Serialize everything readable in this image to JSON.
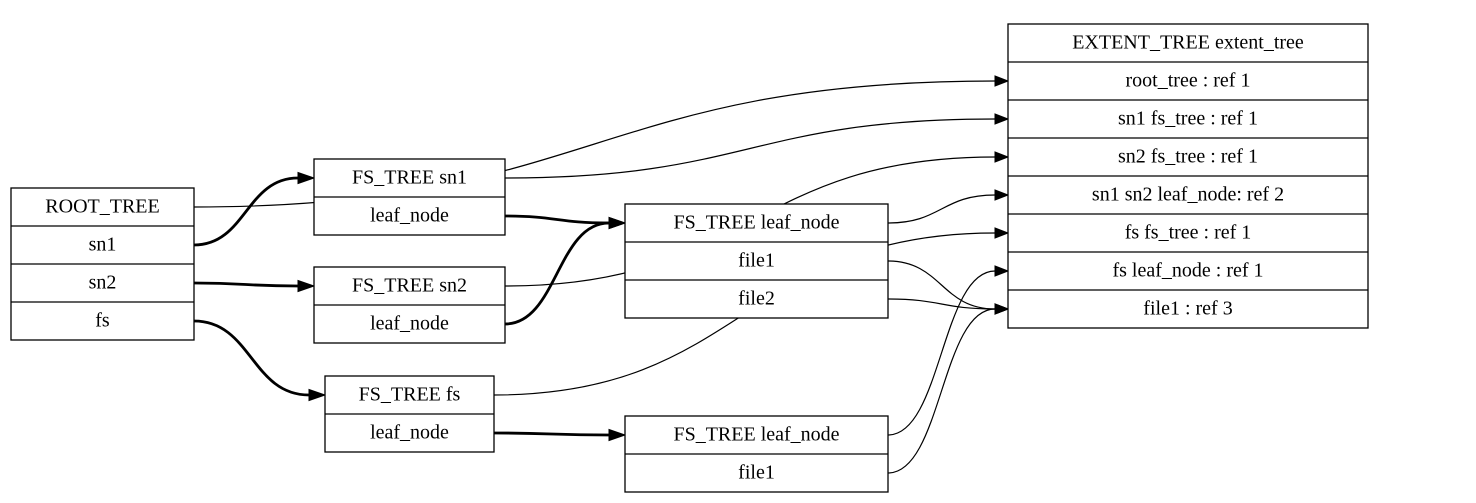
{
  "nodes": {
    "root_tree": {
      "rows": [
        "ROOT_TREE",
        "sn1",
        "sn2",
        "fs"
      ]
    },
    "fs_sn1": {
      "rows": [
        "FS_TREE sn1",
        "leaf_node"
      ]
    },
    "fs_sn2": {
      "rows": [
        "FS_TREE sn2",
        "leaf_node"
      ]
    },
    "fs_fs": {
      "rows": [
        "FS_TREE fs",
        "leaf_node"
      ]
    },
    "leaf_shared": {
      "rows": [
        "FS_TREE leaf_node",
        "file1",
        "file2"
      ]
    },
    "leaf_fs": {
      "rows": [
        "FS_TREE leaf_node",
        "file1"
      ]
    },
    "extent_tree": {
      "rows": [
        "EXTENT_TREE extent_tree",
        "root_tree : ref 1",
        "sn1 fs_tree : ref 1",
        "sn2 fs_tree : ref 1",
        "sn1 sn2 leaf_node: ref 2",
        "fs fs_tree : ref 1",
        "fs leaf_node : ref 1",
        "file1 : ref 3"
      ]
    }
  },
  "edges": [
    {
      "from": "root_tree.0",
      "to": "extent_tree.1",
      "style": "thin"
    },
    {
      "from": "root_tree.1",
      "to": "fs_sn1.0",
      "style": "bold"
    },
    {
      "from": "root_tree.2",
      "to": "fs_sn2.0",
      "style": "bold"
    },
    {
      "from": "root_tree.3",
      "to": "fs_fs.0",
      "style": "bold"
    },
    {
      "from": "fs_sn1.0",
      "to": "extent_tree.2",
      "style": "thin"
    },
    {
      "from": "fs_sn1.1",
      "to": "leaf_shared.0",
      "style": "bold"
    },
    {
      "from": "fs_sn2.0",
      "to": "extent_tree.3",
      "style": "thin"
    },
    {
      "from": "fs_sn2.1",
      "to": "leaf_shared.0",
      "style": "bold"
    },
    {
      "from": "leaf_shared.0",
      "to": "extent_tree.4",
      "style": "thin"
    },
    {
      "from": "leaf_shared.1",
      "to": "extent_tree.7",
      "style": "thin"
    },
    {
      "from": "leaf_shared.2",
      "to": "extent_tree.7",
      "style": "thin"
    },
    {
      "from": "fs_fs.0",
      "to": "extent_tree.5",
      "style": "thin"
    },
    {
      "from": "fs_fs.1",
      "to": "leaf_fs.0",
      "style": "bold"
    },
    {
      "from": "leaf_fs.0",
      "to": "extent_tree.6",
      "style": "thin"
    },
    {
      "from": "leaf_fs.1",
      "to": "extent_tree.7",
      "style": "thin"
    }
  ]
}
